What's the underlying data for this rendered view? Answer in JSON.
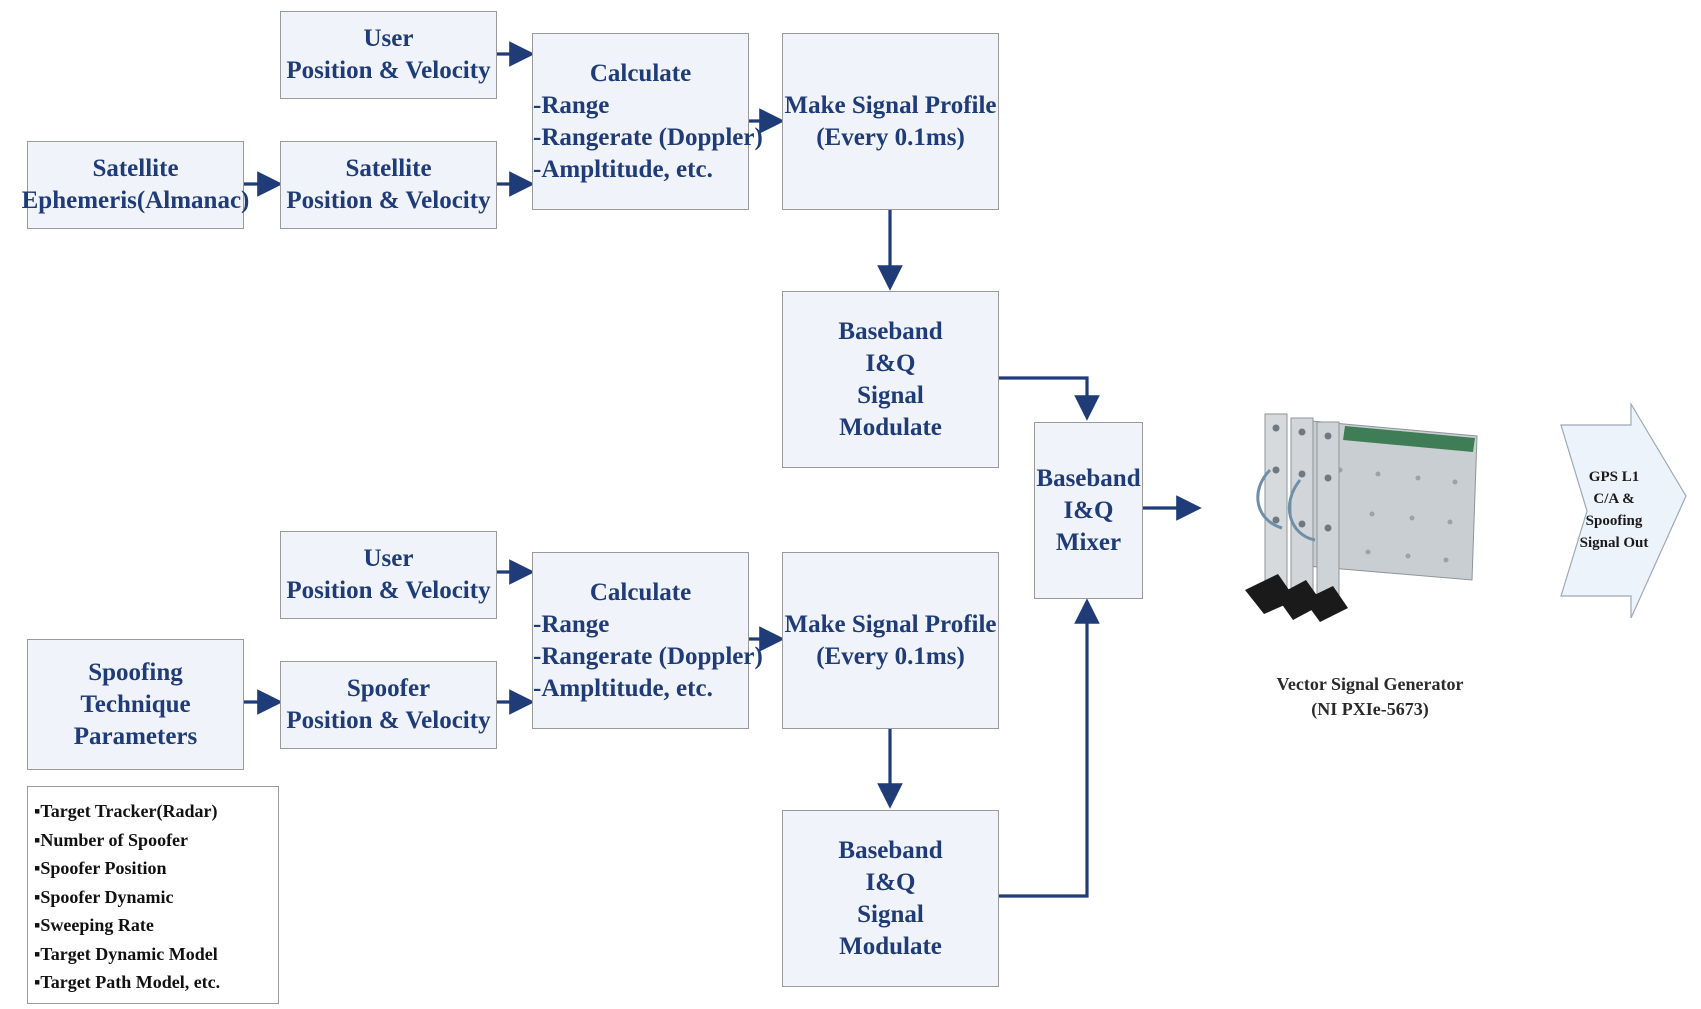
{
  "diagram": {
    "user_pv_top": [
      "User",
      "Position & Velocity"
    ],
    "satellite_ephemeris": [
      "Satellite",
      "Ephemeris(Almanac)"
    ],
    "satellite_pv": [
      "Satellite",
      "Position & Velocity"
    ],
    "calculate_top": {
      "title": "Calculate",
      "items": [
        "-Range",
        "-Rangerate (Doppler)",
        "-Ampltitude, etc."
      ]
    },
    "signal_profile_top": [
      "Make Signal Profile",
      "(Every 0.1ms)"
    ],
    "modulate_top": [
      "Baseband",
      "I&Q",
      "Signal",
      "Modulate"
    ],
    "mixer": [
      "Baseband",
      "I&Q",
      "Mixer"
    ],
    "user_pv_bottom": [
      "User",
      "Position & Velocity"
    ],
    "spoofing_params": [
      "Spoofing",
      "Technique",
      "Parameters"
    ],
    "spoofer_pv": [
      "Spoofer",
      "Position & Velocity"
    ],
    "calculate_bottom": {
      "title": "Calculate",
      "items": [
        "-Range",
        "-Rangerate (Doppler)",
        "-Ampltitude, etc."
      ]
    },
    "signal_profile_bottom": [
      "Make Signal Profile",
      "(Every 0.1ms)"
    ],
    "modulate_bottom": [
      "Baseband",
      "I&Q",
      "Signal",
      "Modulate"
    ],
    "legend_items": [
      "▪Target Tracker(Radar)",
      "▪Number of Spoofer",
      "▪Spoofer Position",
      "▪Spoofer Dynamic",
      "▪Sweeping Rate",
      "▪Target Dynamic Model",
      "▪Target Path Model, etc."
    ],
    "generator_caption": [
      "Vector Signal Generator",
      "(NI PXIe-5673)"
    ],
    "output_label": [
      "GPS L1",
      "C/A &",
      "Spoofing",
      "Signal Out"
    ]
  },
  "colors": {
    "box_fill": "#f0f3f9",
    "box_border": "#9a9a9a",
    "text": "#1f3c78",
    "arrow": "#1f3c78",
    "output_arrow_fill": "#edf3fa"
  },
  "icons": {
    "generator": "vector-signal-generator-hardware-image",
    "output": "output-arrow-shape"
  }
}
